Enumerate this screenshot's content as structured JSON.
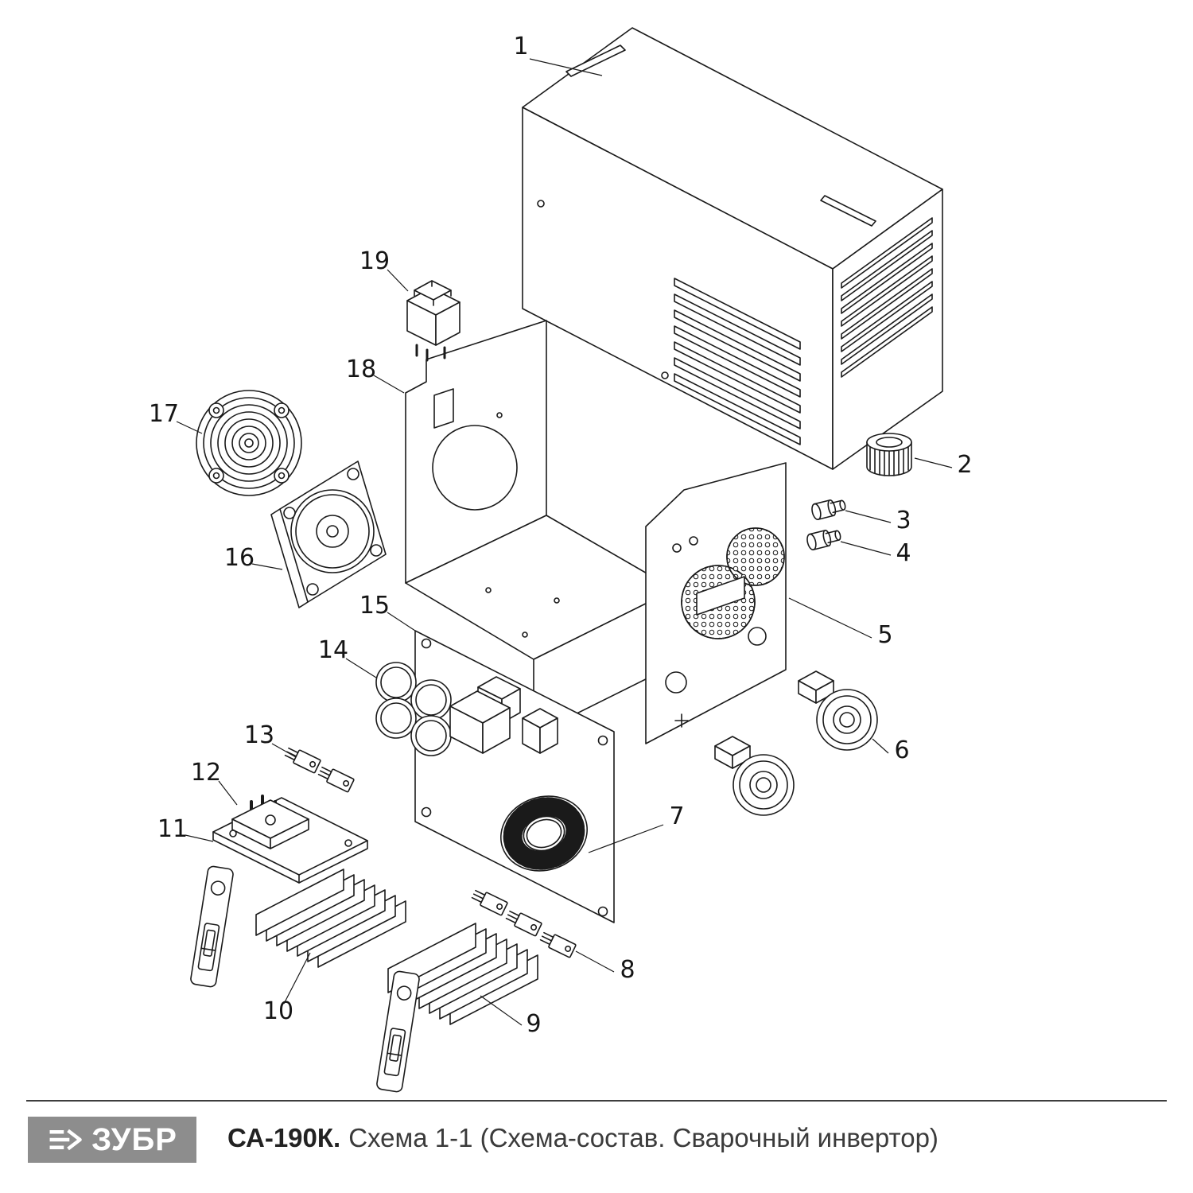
{
  "diagram": {
    "callouts": [
      {
        "n": "1"
      },
      {
        "n": "2"
      },
      {
        "n": "3"
      },
      {
        "n": "4"
      },
      {
        "n": "5"
      },
      {
        "n": "6"
      },
      {
        "n": "7"
      },
      {
        "n": "8"
      },
      {
        "n": "9"
      },
      {
        "n": "10"
      },
      {
        "n": "11"
      },
      {
        "n": "12"
      },
      {
        "n": "13"
      },
      {
        "n": "14"
      },
      {
        "n": "15"
      },
      {
        "n": "16"
      },
      {
        "n": "17"
      },
      {
        "n": "18"
      },
      {
        "n": "19"
      }
    ]
  },
  "footer": {
    "brand": "ЗУБР",
    "model": "СА-190К.",
    "caption": "Схема 1-1 (Схема-состав. Сварочный инвертор)"
  },
  "colors": {
    "line": "#1a1a1a",
    "logo_bg": "#8d8d8d",
    "footer_text": "#3b3b3b"
  }
}
